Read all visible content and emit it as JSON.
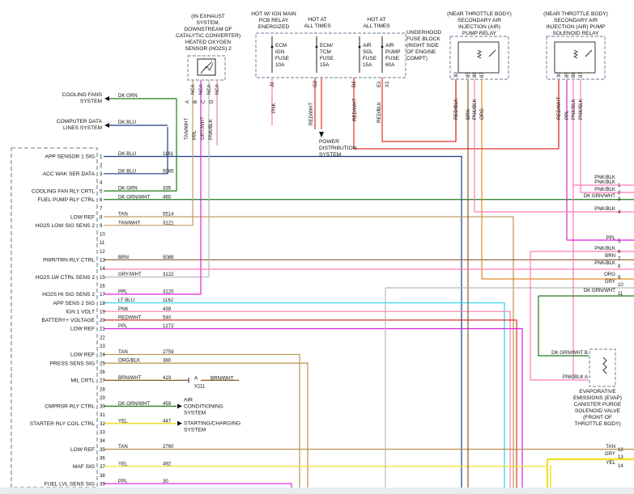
{
  "pcm_pins": [
    {
      "no": "1",
      "label": "APP SENSOR 1 SIG",
      "color": "DK BLU",
      "circuit": "1161",
      "wire": "#1a3a8c",
      "end": "v570"
    },
    {
      "no": "2",
      "label": "",
      "color": "",
      "circuit": ""
    },
    {
      "no": "3",
      "label": "ACC WAK SER DATA",
      "color": "DK BLU",
      "circuit": "5085",
      "wire": "#1a3a8c",
      "end": "u155"
    },
    {
      "no": "4",
      "label": "",
      "color": "",
      "circuit": ""
    },
    {
      "no": "5",
      "label": "COOLING FAN RLY CRTL",
      "color": "DK GRN",
      "circuit": "335",
      "wire": "#1e7a1e",
      "end": "u145"
    },
    {
      "no": "6",
      "label": "FUEL PUMP RLY CTRL",
      "color": "DK GRN/WHT",
      "circuit": "465",
      "wire": "#1e7a1e",
      "end": "r3"
    },
    {
      "no": "7",
      "label": "",
      "color": "",
      "circuit": ""
    },
    {
      "no": "8",
      "label": "LOW REF",
      "color": "TAN",
      "circuit": "5514",
      "wire": "#b8924a",
      "end": "v635"
    },
    {
      "no": "9",
      "label": "HO2S LOW SIG SENS 2",
      "color": "TAN/WHT",
      "circuit": "3121",
      "wire": "#c79a6a",
      "end": "u238"
    },
    {
      "no": "10",
      "label": "",
      "color": "",
      "circuit": ""
    },
    {
      "no": "11",
      "label": "",
      "color": "",
      "circuit": ""
    },
    {
      "no": "12",
      "label": "",
      "color": "",
      "circuit": ""
    },
    {
      "no": "13",
      "label": "PWR/TRN RLY CTRL",
      "color": "BRN",
      "circuit": "5089",
      "wire": "#8a5a2b",
      "end": "r7"
    },
    {
      "no": "14",
      "label": "",
      "color": "",
      "circuit": ""
    },
    {
      "no": "15",
      "label": "HO2S LW CTRL SENS 2",
      "color": "GRY/WHT",
      "circuit": "3122",
      "wire": "#b8b8b8",
      "end": "u258"
    },
    {
      "no": "16",
      "label": "",
      "color": "",
      "circuit": ""
    },
    {
      "no": "17",
      "label": "HO2S HI SIG SENS 2",
      "color": "PPL",
      "circuit": "3120",
      "wire": "#e020e0",
      "end": "u248"
    },
    {
      "no": "18",
      "label": "APP SENS 2 SIG",
      "color": "LT BLU",
      "circuit": "1162",
      "wire": "#29d4e8",
      "end": "v623"
    },
    {
      "no": "19",
      "label": "IGN 1 VOLT",
      "color": "PNK",
      "circuit": "439",
      "wire": "#ff7ab8",
      "end": "v630"
    },
    {
      "no": "20",
      "label": "BATTERY+ VOLTAGE",
      "color": "RED/WHT",
      "circuit": "540",
      "wire": "#e03030",
      "end": "v638"
    },
    {
      "no": "21",
      "label": "LOW REF",
      "color": "PPL",
      "circuit": "1272",
      "wire": "#e020e0",
      "end": "v645"
    },
    {
      "no": "22",
      "label": "",
      "color": "",
      "circuit": ""
    },
    {
      "no": "23",
      "label": "",
      "color": "",
      "circuit": ""
    },
    {
      "no": "24",
      "label": "LOW REF",
      "color": "TAN",
      "circuit": "2759",
      "wire": "#b8924a",
      "end": "v370"
    },
    {
      "no": "25",
      "label": "PRESS SENS SIG",
      "color": "ORG/BLK",
      "circuit": "380",
      "wire": "#b8924a",
      "end": "v380"
    },
    {
      "no": "26",
      "label": "",
      "color": "",
      "circuit": ""
    },
    {
      "no": "27",
      "label": "MIL CRTL",
      "color": "BRN/WHT",
      "circuit": "419",
      "wire": "#8a5a2b",
      "end": "x111"
    },
    {
      "no": "28",
      "label": "",
      "color": "",
      "circuit": ""
    },
    {
      "no": "29",
      "label": "",
      "color": "",
      "circuit": ""
    },
    {
      "no": "30",
      "label": "CMPRSR RLY CTRL",
      "color": "DK GRN/WHT",
      "circuit": "459",
      "wire": "#1e7a1e",
      "end": "ac"
    },
    {
      "no": "31",
      "label": "",
      "color": "",
      "circuit": ""
    },
    {
      "no": "32",
      "label": "STARTER RLY COIL CTRL",
      "color": "YEL",
      "circuit": "447",
      "wire": "#f0e030",
      "end": "start"
    },
    {
      "no": "33",
      "label": "",
      "color": "",
      "circuit": ""
    },
    {
      "no": "34",
      "label": "",
      "color": "",
      "circuit": ""
    },
    {
      "no": "35",
      "label": "LOW REF",
      "color": "TAN",
      "circuit": "2760",
      "wire": "#b8924a",
      "end": "r12"
    },
    {
      "no": "36",
      "label": "",
      "color": "",
      "circuit": ""
    },
    {
      "no": "37",
      "label": "MAF SIG",
      "color": "YEL",
      "circuit": "492",
      "wire": "#f0e030",
      "end": "r14"
    },
    {
      "no": "38",
      "label": "",
      "color": "",
      "circuit": ""
    },
    {
      "no": "39",
      "label": "FUEL LVL SENS SIG",
      "color": "PPL",
      "circuit": "30",
      "wire": "#e020e0",
      "end": "v370b"
    }
  ],
  "left_systems": [
    {
      "label1": "COOLING FANS",
      "label2": "SYSTEM",
      "color": "DK GRN"
    },
    {
      "label1": "COMPUTER DATA",
      "label2": "LINES SYSTEM",
      "color": "DK BLU"
    }
  ],
  "ho2s": {
    "title": [
      "(IN EXHAUST",
      "SYSTEM,",
      "DOWNSTREAM OF",
      "CATALYTIC CONVERTER)",
      "HEATED OXYGEN",
      "SENSOR (HO2S) 2"
    ],
    "conn_labels": [
      "NCA",
      "NCA",
      "NCA",
      "NCA"
    ],
    "pins": [
      "A",
      "B",
      "C",
      "D"
    ],
    "wires": [
      "TAN/WHT",
      "PPL",
      "GRY/WHT",
      "PNK/BLK"
    ]
  },
  "fuse_block": {
    "hot1": [
      "HOT W/ IGN MAIN",
      "PCB RELAY",
      "ENERGIZED"
    ],
    "hot2": [
      "HOT AT",
      "ALL TIMES"
    ],
    "hot3": [
      "HOT AT",
      "ALL TIMES"
    ],
    "label": [
      "UNDERHOOD",
      "FUSE BLOCK",
      "(RIGHT SIDE",
      "OF ENGINE",
      "COMPT)"
    ],
    "fuses": [
      {
        "name": [
          "ECM",
          "IGN",
          "FUSE",
          "10A"
        ]
      },
      {
        "name": [
          "ECM/",
          "TCM",
          "FUSE",
          "15A"
        ]
      },
      {
        "name": [
          "AIR",
          "SOL",
          "FUSE",
          "15A"
        ]
      },
      {
        "name": [
          "AIR",
          "PUMP",
          "FUSE",
          "60A"
        ]
      }
    ],
    "terminals": [
      "J3",
      "G2",
      "D2",
      "E2",
      "X1"
    ],
    "wires": [
      "PNK",
      "RED/WHT",
      "RED/WHT",
      "RED/BLK"
    ],
    "pdist": [
      "POWER",
      "DISTRIBUTION",
      "SYSTEM"
    ]
  },
  "relay1": {
    "title": [
      "(NEAR THROTTLE BODY)",
      "SECONDARY AIR",
      "INJECTION (AIR)",
      "PUMP RELAY"
    ],
    "pins": [
      "30",
      "85",
      "86",
      "87"
    ],
    "wires": [
      "RED/BLK",
      "BRN",
      "PNK/BLK",
      "ORG"
    ]
  },
  "relay2": {
    "title": [
      "(NEAR THROTTLE BODY)",
      "SECONDARY AIR",
      "INJECTION (AIR) PUMP",
      "SOLENOID RELAY"
    ],
    "pins": [
      "30",
      "85",
      "86",
      "87"
    ],
    "wires": [
      "RED/WHT",
      "PPL",
      "PNK/BLK",
      "PNK/BLK"
    ]
  },
  "right_labels": [
    {
      "text": "PNK/BLK",
      "no": ""
    },
    {
      "text": "PNK/BLK",
      "no": "1"
    },
    {
      "text": "PNK/BLK",
      "no": "2"
    },
    {
      "text": "DK GRN/WHT",
      "no": "3"
    },
    {
      "text": "PNK/BLK",
      "no": "4"
    },
    {
      "text": "PPL",
      "no": "5"
    },
    {
      "text": "PNK/BLK",
      "no": "6"
    },
    {
      "text": "BRN",
      "no": "7"
    },
    {
      "text": "PNK/BLK",
      "no": "8"
    },
    {
      "text": "ORG",
      "no": "9"
    },
    {
      "text": "GRY",
      "no": "10"
    },
    {
      "text": "DK GRN/WHT",
      "no": "11"
    },
    {
      "text": "TAN",
      "no": "12"
    },
    {
      "text": "GRY",
      "no": "13"
    },
    {
      "text": "YEL",
      "no": "14"
    }
  ],
  "evap": {
    "label": [
      "EVAPORATIVE",
      "EMISSIONS (EVAP)",
      "CANISTER PURGE",
      "SOLENOID VALVE",
      "(FRONT OF",
      "THROTTLE BODY)"
    ],
    "pin_b": "DK GRN/WHT  B",
    "pin_a": "PNK/BLK  A"
  },
  "misc": {
    "x111": "X111",
    "pin_a": "A",
    "brn_wht": "BRN/WHT",
    "ac": [
      "AIR",
      "CONDITIONING",
      "SYSTEM"
    ],
    "start": [
      "STARTING/CHARGING",
      "SYSTEM"
    ]
  }
}
